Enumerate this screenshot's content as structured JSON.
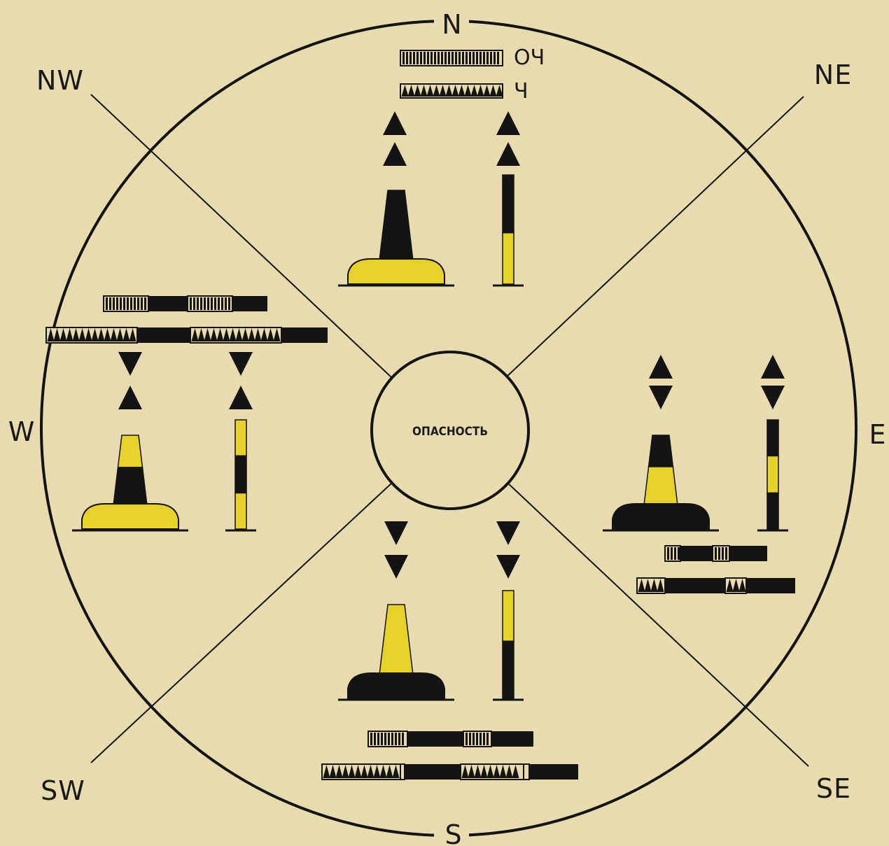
{
  "center_label": "ОПАСНОСТЬ",
  "directions": {
    "n": "N",
    "ne": "NE",
    "e": "E",
    "se": "SE",
    "s": "S",
    "sw": "SW",
    "w": "W",
    "nw": "NW"
  },
  "light_legend": {
    "very_quick": "ОЧ",
    "quick": "Ч"
  },
  "colors": {
    "background": "#e8dbb0",
    "black": "#141414",
    "yellow": "#e6d22a"
  },
  "marks": [
    {
      "quadrant": "north",
      "topmark": "two cones points up",
      "buoy": "black over yellow",
      "spar": "black over yellow"
    },
    {
      "quadrant": "east",
      "topmark": "two cones base to base",
      "buoy": "black, yellow band",
      "spar": "black, yellow band"
    },
    {
      "quadrant": "south",
      "topmark": "two cones points down",
      "buoy": "yellow over black",
      "spar": "yellow over black"
    },
    {
      "quadrant": "west",
      "topmark": "two cones point to point",
      "buoy": "yellow, black band",
      "spar": "yellow, black band"
    }
  ]
}
